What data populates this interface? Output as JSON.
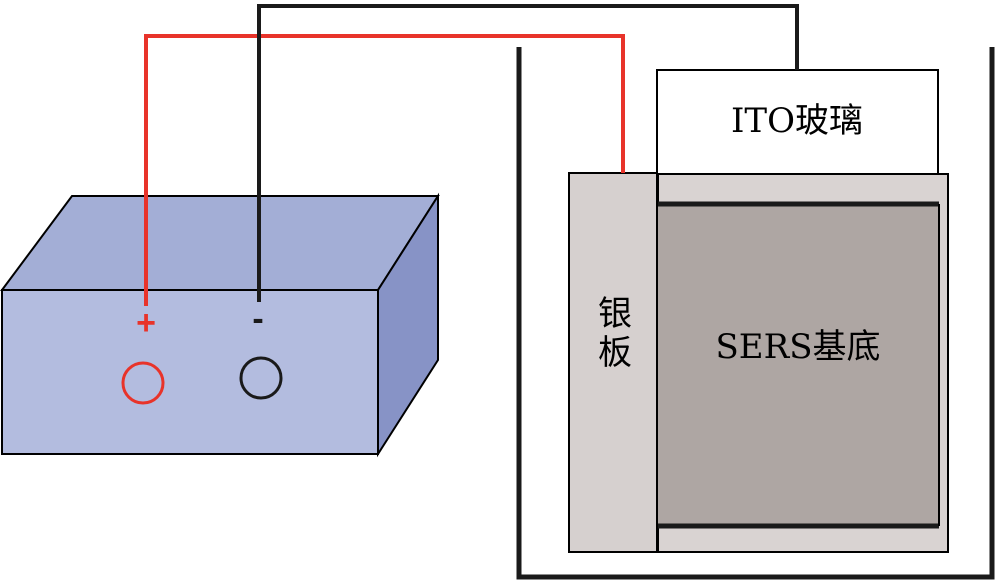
{
  "labels": {
    "ito_glass": "ITO玻璃",
    "sers_substrate": "SERS基底",
    "silver_plate_char1": "银",
    "silver_plate_char2": "板",
    "plus_sign": "+",
    "minus_sign": "-"
  },
  "colors": {
    "battery_front": "#b3bcdf",
    "battery_top": "#a3aed6",
    "battery_side": "#8793c6",
    "wire_positive": "#e8332a",
    "wire_negative": "#1a1a1a",
    "silver_plate": "#d6d0cf",
    "sers_substrate": "#aea6a3",
    "substrate_frame": "#d9d3d2",
    "outline": "#000000"
  }
}
